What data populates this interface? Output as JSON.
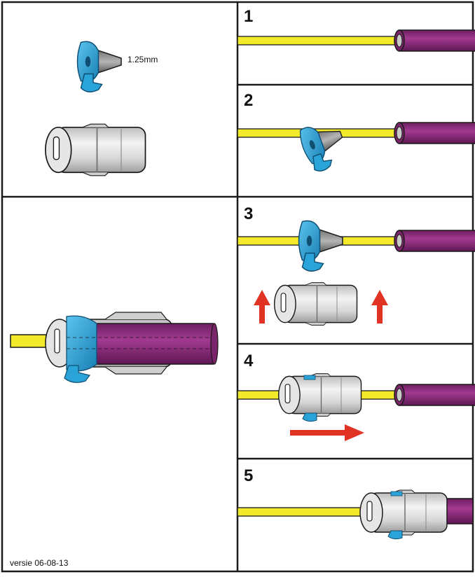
{
  "dimension_label": "1.25mm",
  "version_label": "versie 06-08-13",
  "steps": [
    "1",
    "2",
    "3",
    "4",
    "5"
  ],
  "colors": {
    "fiber": "#f2ea2a",
    "fiber_outline": "#1a1a1a",
    "jacket": "#8e2a7d",
    "jacket_dark": "#6a1b5d",
    "ferrule": "#2aa3d8",
    "ferrule_dark": "#1a6f99",
    "ferrule_tip": "#8a8a8a",
    "connector_body": "#d9d9d9",
    "arrow": "#e03324",
    "border": "#1a1a1a"
  },
  "icons": [
    "ferrule-icon",
    "connector-body-icon",
    "arrow-up-icon",
    "arrow-right-icon"
  ]
}
